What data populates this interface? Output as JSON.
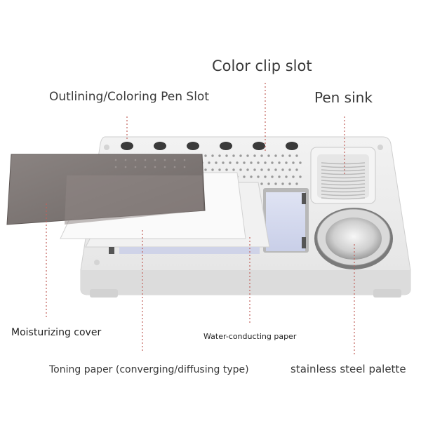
{
  "labels": {
    "color_clip_slot": "Color clip slot",
    "outlining_pen_slot": "Outlining/Coloring Pen Slot",
    "pen_sink": "Pen sink",
    "moisturizing_cover": "Moisturizing cover",
    "water_conducting_paper": "Water-conducting paper",
    "toning_paper": "Toning paper (converging/diffusing type)",
    "steel_palette": "stainless steel palette"
  },
  "colors": {
    "leader_line": "#c0605a",
    "tray": "#e9e9e9",
    "cover": "#7d7674"
  }
}
